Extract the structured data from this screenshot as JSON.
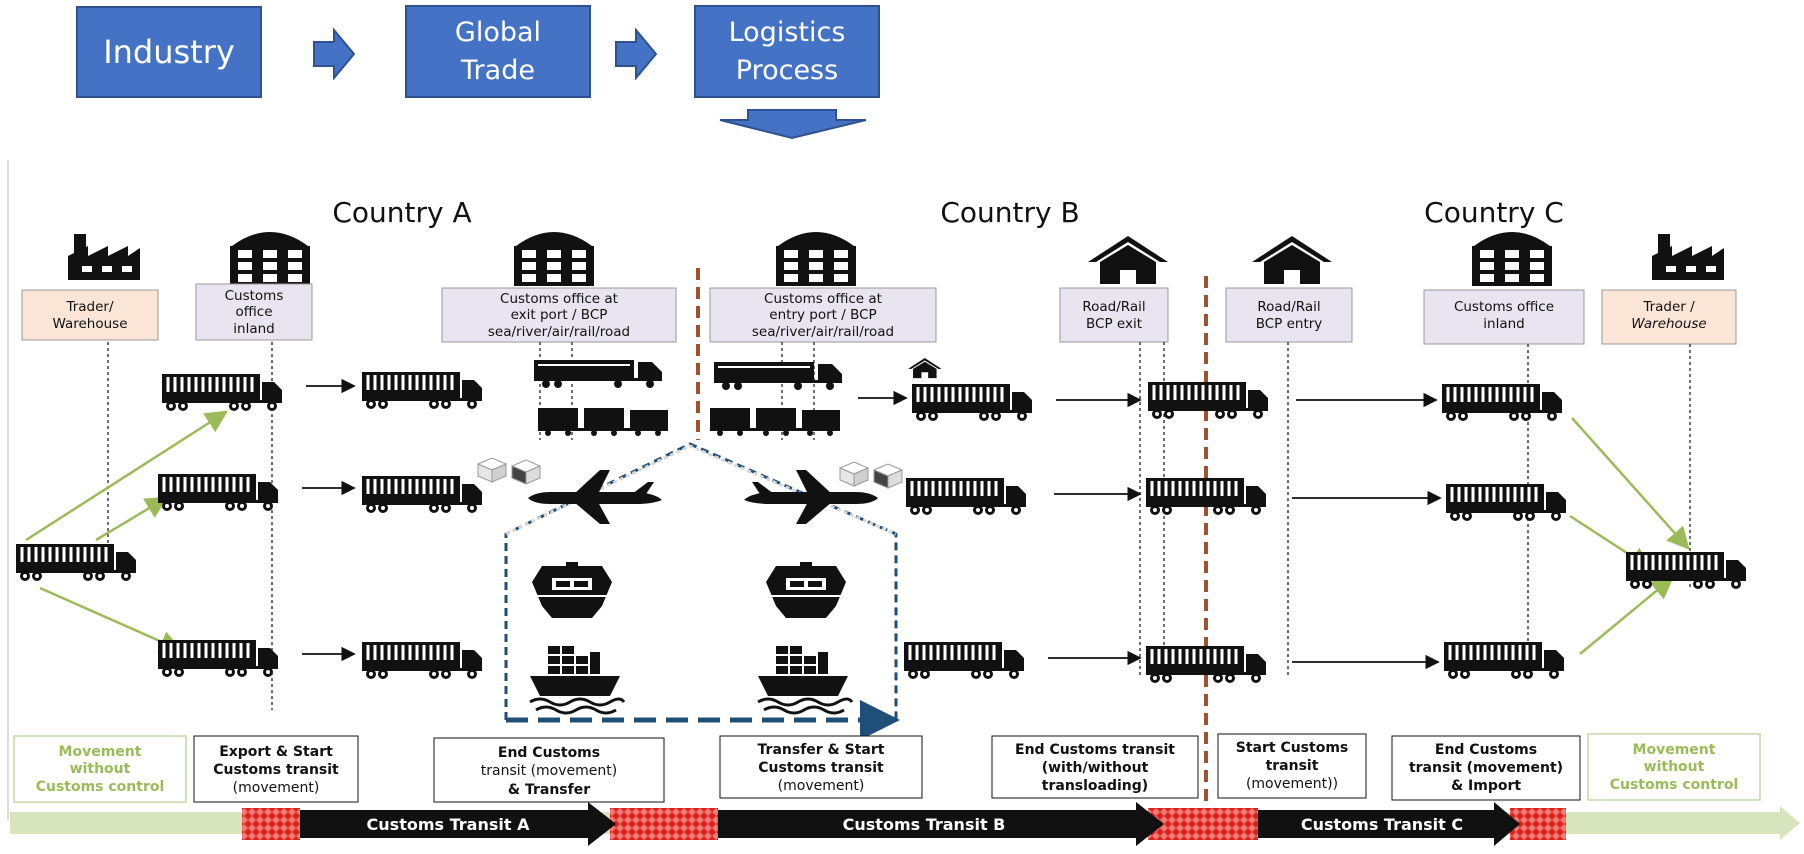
{
  "flow": {
    "industry": "Industry",
    "global_trade": "Global\nTrade",
    "logistics": "Logistics\nProcess"
  },
  "countries": {
    "a": "Country A",
    "b": "Country B",
    "c": "Country C"
  },
  "offices": {
    "trader_a": [
      "Trader/",
      "Warehouse"
    ],
    "customs_inland_a": [
      "Customs",
      "office",
      "inland"
    ],
    "exit_port": [
      "Customs office at",
      "exit port / BCP",
      "sea/river/air/rail/road"
    ],
    "entry_port": [
      "Customs office at",
      "entry port / BCP",
      "sea/river/air/rail/road"
    ],
    "bcp_exit": [
      "Road/Rail",
      "BCP exit"
    ],
    "bcp_entry": [
      "Road/Rail",
      "BCP entry"
    ],
    "customs_inland_c": [
      "Customs office",
      "inland"
    ],
    "trader_c": [
      "Trader /",
      "Warehouse"
    ]
  },
  "stages": {
    "movement_left": [
      "Movement",
      "without",
      "Customs control"
    ],
    "export_start": [
      "Export & Start",
      "Customs transit",
      "(movement)"
    ],
    "end_transfer": [
      "End Customs",
      "transit (movement)",
      "& Transfer"
    ],
    "transfer_start": [
      "Transfer & Start",
      "Customs transit",
      "(movement)"
    ],
    "end_transloading": [
      "End Customs transit",
      "(with/without",
      "transloading)"
    ],
    "start_c": [
      "Start Customs",
      "transit",
      "(movement))"
    ],
    "end_import": [
      "End Customs",
      "transit (movement)",
      "& Import"
    ],
    "movement_right": [
      "Movement",
      "without",
      "Customs control"
    ]
  },
  "transits": {
    "a": "Customs Transit A",
    "b": "Customs Transit B",
    "c": "Customs Transit C"
  },
  "colors": {
    "flow_blue": "#4472c4",
    "trader_fill": "#fbe5d6",
    "office_fill": "#e8e4f0",
    "green": "#9bbb59",
    "border_red": "#a0522d",
    "dashed_blue": "#1f4e79"
  },
  "icons": [
    "factory-icon",
    "office-building-icon",
    "house-icon",
    "truck-icon",
    "airplane-icon",
    "ship-icon",
    "ferry-icon",
    "train-icon",
    "boxes-icon"
  ]
}
